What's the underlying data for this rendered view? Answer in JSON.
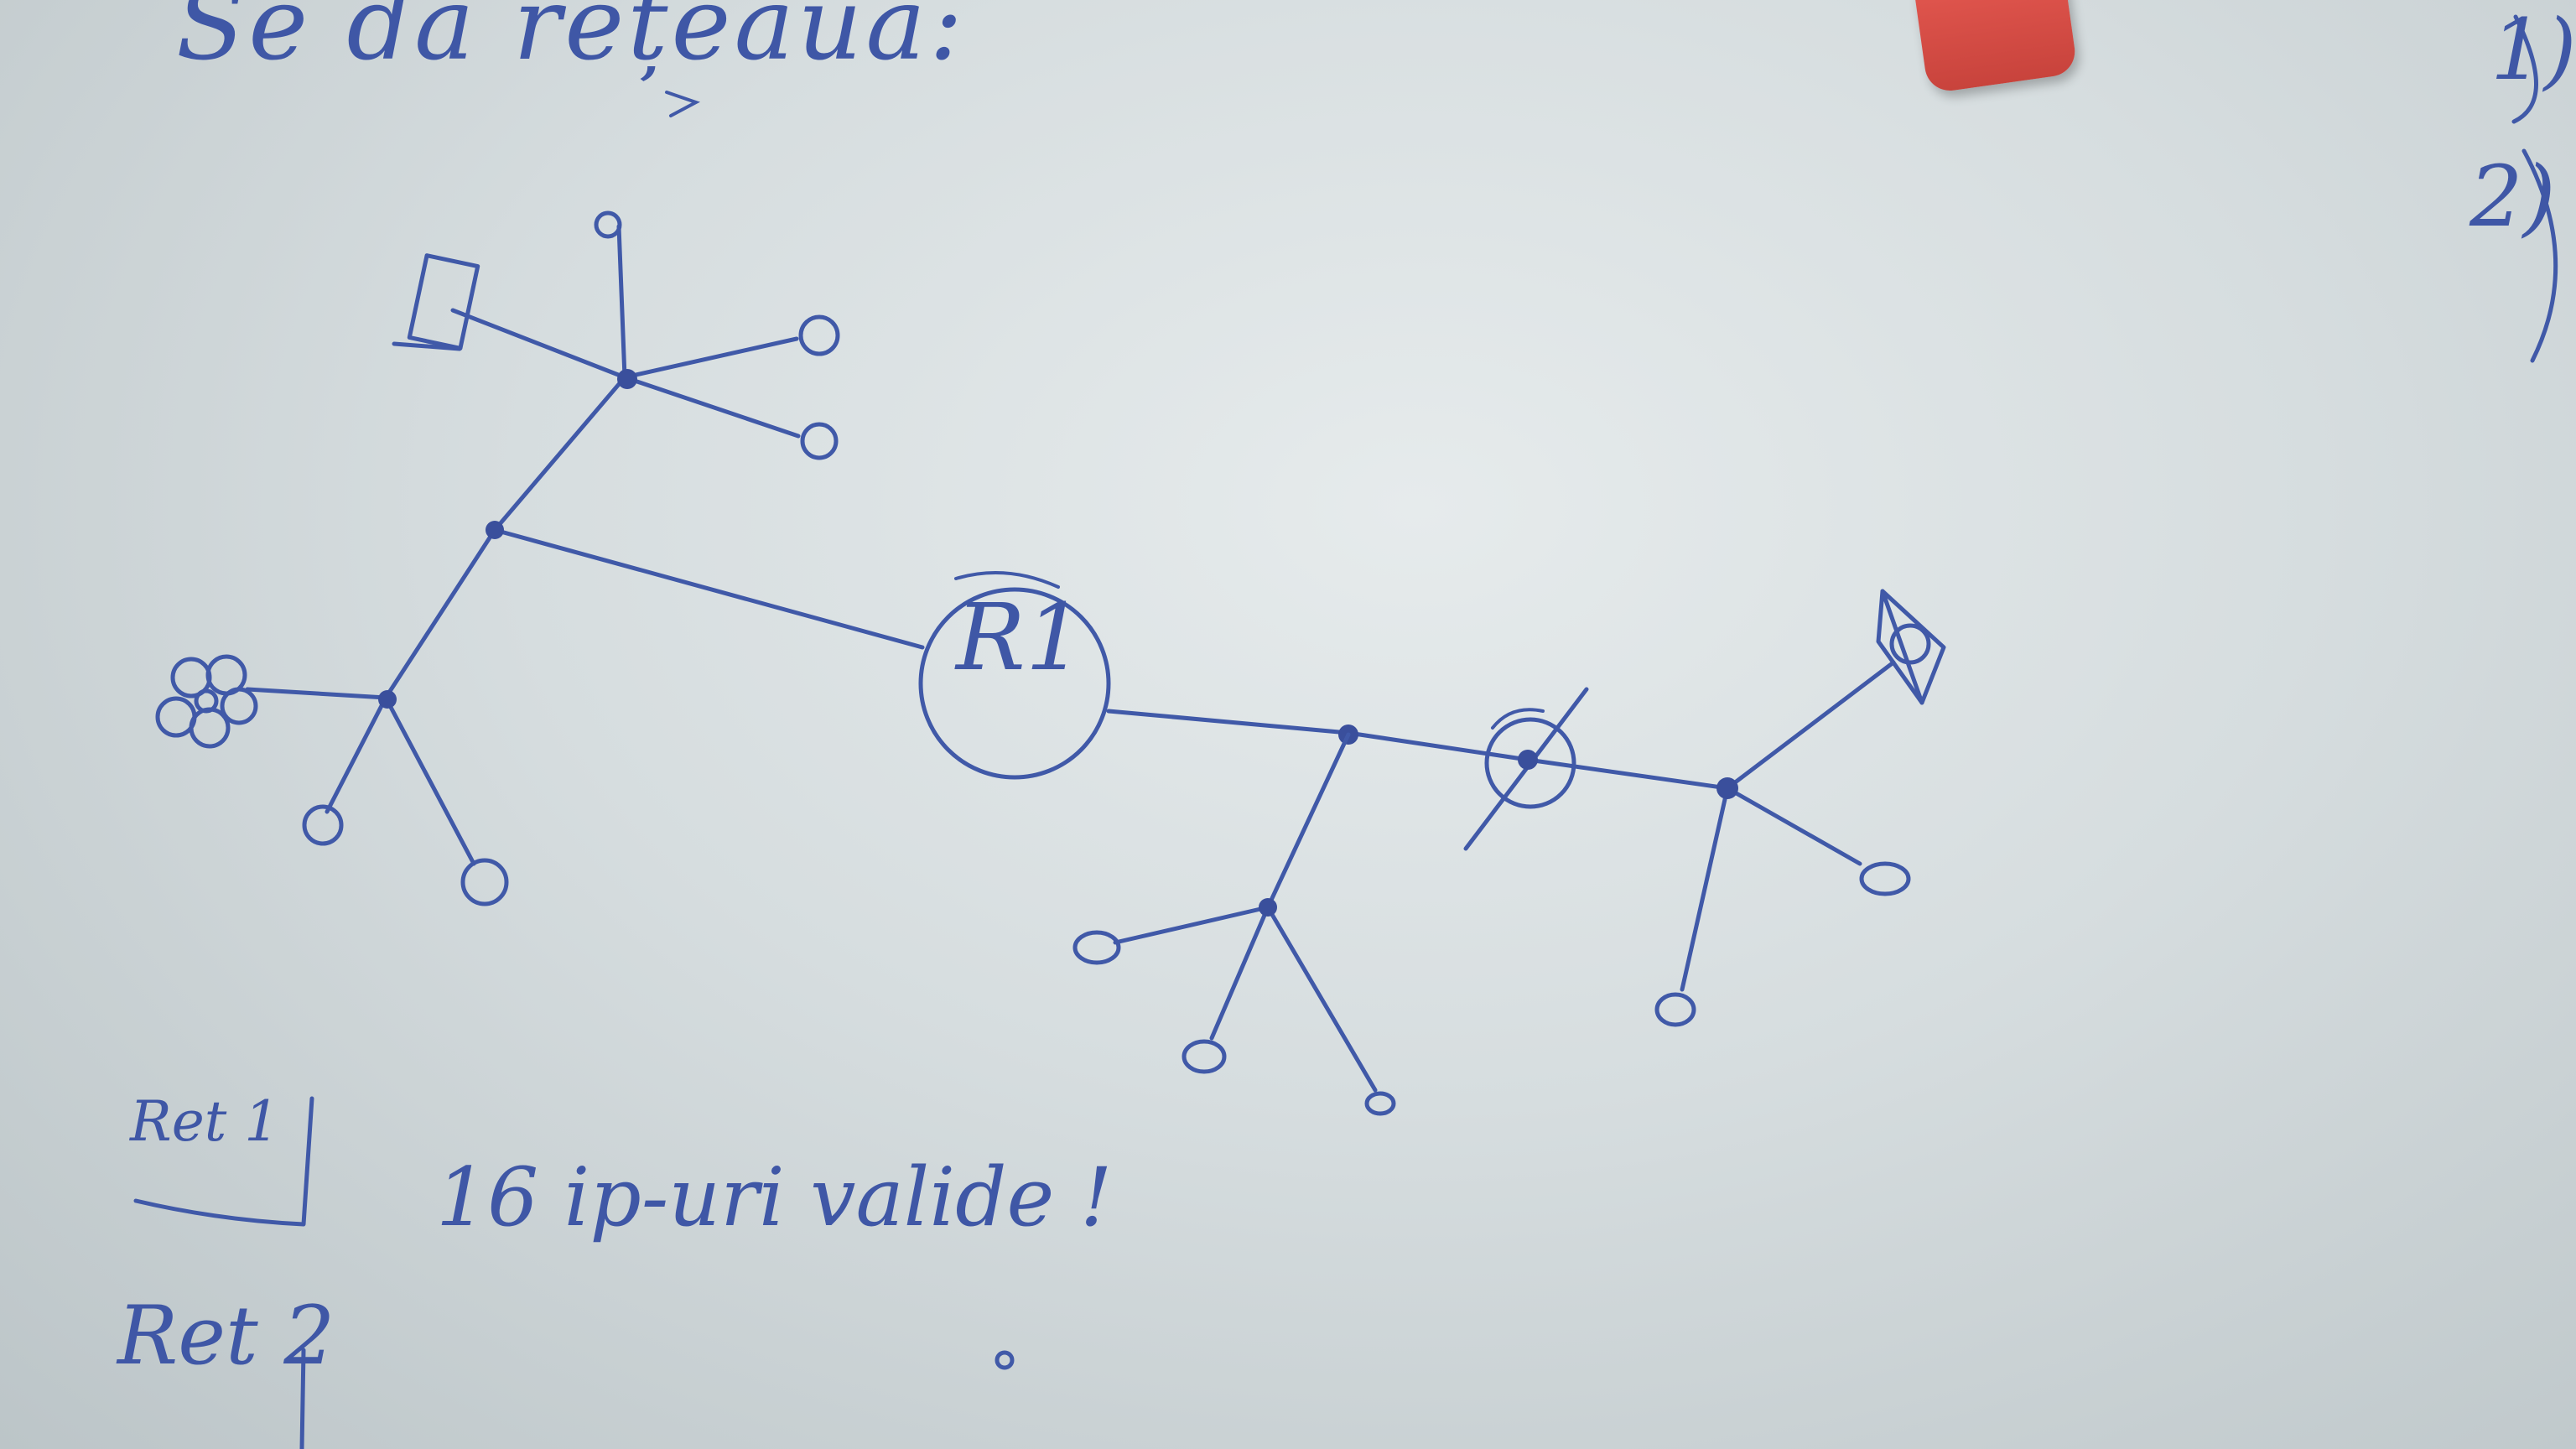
{
  "board": {
    "title": "Se dă rețeaua:",
    "numbers": [
      "1)",
      "2)"
    ],
    "router_label": "R1",
    "notes": {
      "ret1_label": "Ret 1",
      "ret1_text": "16 ip-uri valide !",
      "ret2_label": "Ret 2"
    },
    "ink_color": "#4059a8"
  },
  "icons": {
    "magnet": "magnet-icon",
    "router": "router-icon",
    "hub": "hub-icon",
    "host": "host-icon",
    "printer": "printer-icon",
    "flower": "flower-icon",
    "triangle": "triangle-icon",
    "switch_crossed": "crossed-switch-icon"
  }
}
